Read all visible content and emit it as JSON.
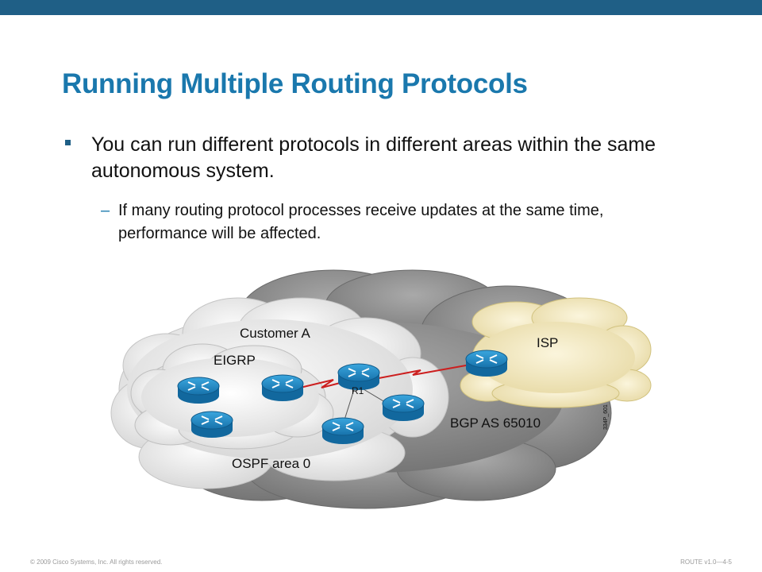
{
  "slide": {
    "title": "Running Multiple Routing Protocols",
    "bullet": "You can run different protocols in different areas within the same autonomous system.",
    "sub_bullet_marker": "–",
    "sub_bullet": "If many routing protocol processes receive updates at the same time, performance will be affected."
  },
  "diagram": {
    "labels": {
      "customer_a": "Customer A",
      "eigrp": "EIGRP",
      "r1": "R1",
      "isp": "ISP",
      "bgp": "BGP AS 65010",
      "ospf": "OSPF area 0",
      "figure_id": "334P_601"
    },
    "icon_names": [
      "router-icon"
    ],
    "colors": {
      "bgp_cloud": "#8a8a8a",
      "customer_cloud": "#e9e9e9",
      "isp_cloud": "#f2e7bb",
      "router": "#1e86c3",
      "serial_link": "#cc1f1f"
    }
  },
  "footer": {
    "copyright": "© 2009 Cisco Systems, Inc. All rights reserved.",
    "course": "ROUTE v1.0—4-5"
  }
}
